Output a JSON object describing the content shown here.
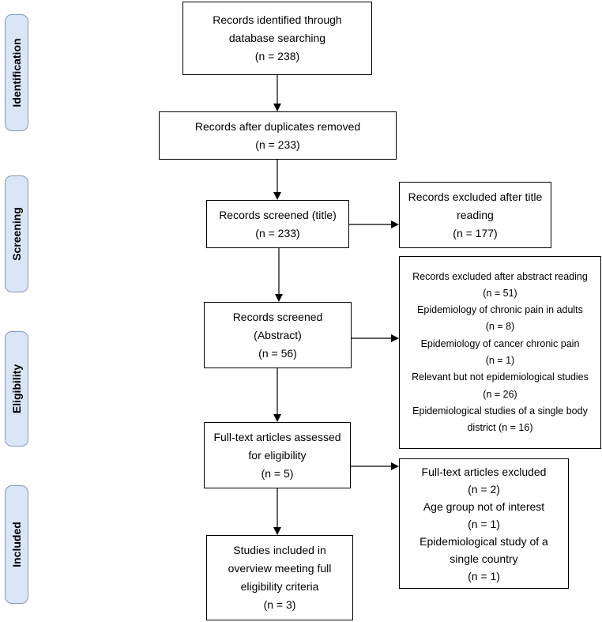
{
  "stages": {
    "identification": "Identification",
    "screening": "Screening",
    "eligibility": "Eligibility",
    "included": "Included"
  },
  "boxes": {
    "identified": [
      "Records identified through",
      "database searching",
      "(n = 238)"
    ],
    "after_duplicates": [
      "Records after duplicates removed",
      "(n = 233)"
    ],
    "screened_title": [
      "Records screened (title)",
      "(n = 233)"
    ],
    "excluded_title": [
      "Records excluded after title",
      "reading",
      "(n = 177)"
    ],
    "screened_abstract": [
      "Records screened",
      "(Abstract)",
      "(n = 56)"
    ],
    "excluded_abstract": [
      "Records excluded after abstract reading",
      "(n = 51)",
      "Epidemiology of chronic pain in adults",
      "(n = 8)",
      "Epidemiology of cancer chronic pain",
      "(n = 1)",
      "Relevant but not epidemiological studies",
      "(n = 26)",
      "Epidemiological studies of a single body",
      "district (n = 16)"
    ],
    "fulltext_assessed": [
      "Full-text articles assessed",
      "for eligibility",
      "(n = 5)"
    ],
    "fulltext_excluded": [
      "Full-text articles excluded",
      "(n = 2)",
      "Age group not of interest",
      "(n = 1)",
      "Epidemiological study of a",
      "single country",
      "(n = 1)"
    ],
    "included": [
      "Studies included in",
      "overview meeting full",
      "eligibility criteria",
      "(n = 3)"
    ]
  }
}
